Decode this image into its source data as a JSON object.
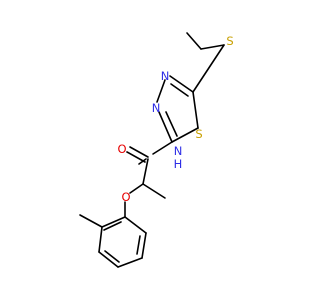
{
  "molecule": {
    "atoms": {
      "sulfur_thioether": "S",
      "sulfur_ring": "S",
      "nitrogen_ring_upper": "N",
      "nitrogen_ring_lower": "N",
      "amide_nitrogen": "N",
      "amide_hydrogen": "H",
      "carbonyl_oxygen": "O",
      "ether_oxygen": "O"
    },
    "colors": {
      "sulfur": "#C8A000",
      "nitrogen": "#2E2EE6",
      "oxygen": "#E60000",
      "bond": "#000000"
    }
  }
}
